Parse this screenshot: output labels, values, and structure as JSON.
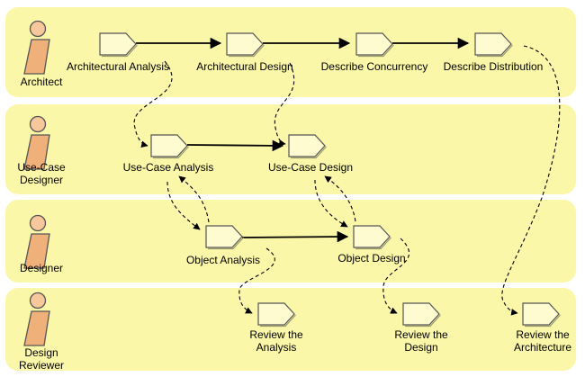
{
  "diagram": {
    "colors": {
      "lane_fill": "#fbf7a8",
      "activity_fill": "#fefbd0",
      "activity_stroke": "#555555",
      "worker_body": "#f0b07a",
      "worker_head": "#f7c89c",
      "flow_line": "#000000"
    },
    "lanes": [
      {
        "id": "architect",
        "label": [
          "Architect"
        ]
      },
      {
        "id": "use-case-designer",
        "label": [
          "Use-Case",
          "Designer"
        ]
      },
      {
        "id": "designer",
        "label": [
          "Designer"
        ]
      },
      {
        "id": "design-reviewer",
        "label": [
          "Design",
          "Reviewer"
        ]
      }
    ],
    "activities": [
      {
        "id": "architectural-analysis",
        "lane": "architect",
        "label": [
          "Architectural Analysis"
        ]
      },
      {
        "id": "architectural-design",
        "lane": "architect",
        "label": [
          "Architectural Design"
        ]
      },
      {
        "id": "describe-concurrency",
        "lane": "architect",
        "label": [
          "Describe Concurrency"
        ]
      },
      {
        "id": "describe-distribution",
        "lane": "architect",
        "label": [
          "Describe Distribution"
        ]
      },
      {
        "id": "use-case-analysis",
        "lane": "use-case-designer",
        "label": [
          "Use-Case Analysis"
        ]
      },
      {
        "id": "use-case-design",
        "lane": "use-case-designer",
        "label": [
          "Use-Case Design"
        ]
      },
      {
        "id": "object-analysis",
        "lane": "designer",
        "label": [
          "Object Analysis"
        ]
      },
      {
        "id": "object-design",
        "lane": "designer",
        "label": [
          "Object Design"
        ]
      },
      {
        "id": "review-the-analysis",
        "lane": "design-reviewer",
        "label": [
          "Review the",
          "Analysis"
        ]
      },
      {
        "id": "review-the-design",
        "lane": "design-reviewer",
        "label": [
          "Review the",
          "Design"
        ]
      },
      {
        "id": "review-the-architecture",
        "lane": "design-reviewer",
        "label": [
          "Review the",
          "Architecture"
        ]
      }
    ],
    "flows": [
      {
        "from": "architectural-analysis",
        "to": "architectural-design",
        "style": "solid"
      },
      {
        "from": "architectural-design",
        "to": "describe-concurrency",
        "style": "solid"
      },
      {
        "from": "describe-concurrency",
        "to": "describe-distribution",
        "style": "solid"
      },
      {
        "from": "use-case-analysis",
        "to": "use-case-design",
        "style": "solid"
      },
      {
        "from": "object-analysis",
        "to": "object-design",
        "style": "solid"
      },
      {
        "from": "architectural-analysis",
        "to": "use-case-analysis",
        "style": "dashed"
      },
      {
        "from": "architectural-design",
        "to": "use-case-design",
        "style": "dashed"
      },
      {
        "from": "use-case-analysis",
        "to": "object-analysis",
        "style": "dashed"
      },
      {
        "from": "object-analysis",
        "to": "use-case-analysis",
        "style": "dashed"
      },
      {
        "from": "use-case-design",
        "to": "object-design",
        "style": "dashed"
      },
      {
        "from": "object-design",
        "to": "use-case-design",
        "style": "dashed"
      },
      {
        "from": "object-analysis",
        "to": "review-the-analysis",
        "style": "dashed"
      },
      {
        "from": "object-design",
        "to": "review-the-design",
        "style": "dashed"
      },
      {
        "from": "describe-distribution",
        "to": "review-the-architecture",
        "style": "dashed"
      }
    ]
  }
}
